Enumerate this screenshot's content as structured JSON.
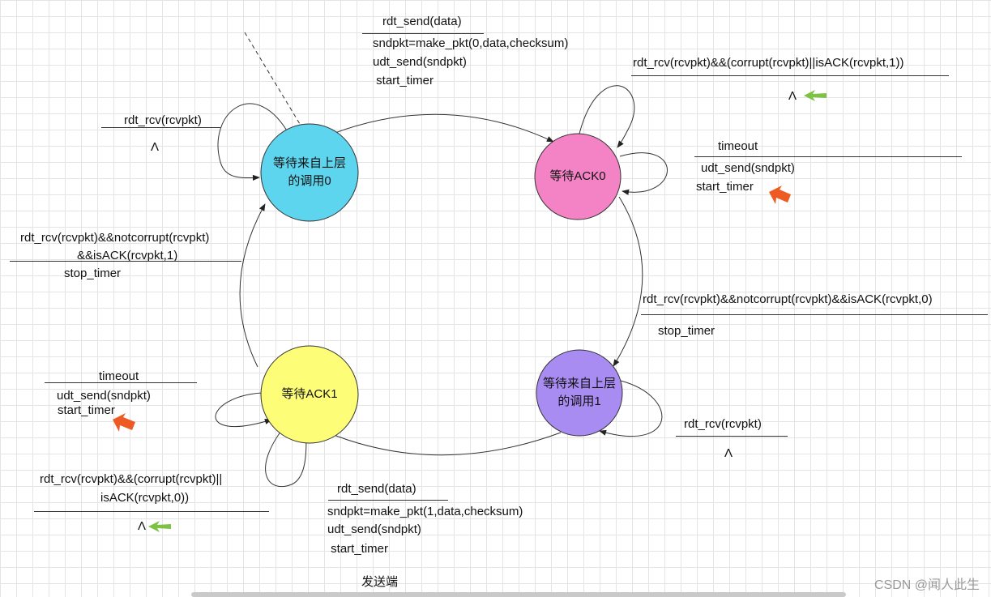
{
  "states": [
    {
      "name": "等待来自上层\n的调用0",
      "color": "#5ed5ee"
    },
    {
      "name": "等待ACK0",
      "color": "#f383c5"
    },
    {
      "name": "等待来自上层\n的调用1",
      "color": "#a98cf2"
    },
    {
      "name": "等待ACK1",
      "color": "#fdfd78"
    }
  ],
  "t_send0": {
    "event": "rdt_send(data)",
    "actions": [
      "sndpkt=make_pkt(0,data,checksum)",
      "udt_send(sndpkt)",
      " start_timer"
    ]
  },
  "t_ack0_self": {
    "event": "rdt_rcv(rcvpkt)&&(corrupt(rcvpkt)||isACK(rcvpkt,1))",
    "action": "Λ"
  },
  "t_timeout0": {
    "event": "timeout",
    "actions": [
      "udt_send(sndpkt)",
      "start_timer"
    ]
  },
  "t_ack0_ok": {
    "event": "rdt_rcv(rcvpkt)&&notcorrupt(rcvpkt)&&isACK(rcvpkt,0)",
    "action": "stop_timer"
  },
  "t_wait1_rcv": {
    "event": "rdt_rcv(rcvpkt)",
    "action": "Λ"
  },
  "t_send1": {
    "event": "rdt_send(data)",
    "actions": [
      "sndpkt=make_pkt(1,data,checksum)",
      "udt_send(sndpkt)",
      " start_timer"
    ]
  },
  "t_ack1_self": {
    "event_lines": [
      "rdt_rcv(rcvpkt)&&(corrupt(rcvpkt)||",
      "isACK(rcvpkt,0))"
    ],
    "action": "Λ"
  },
  "t_timeout1": {
    "event": "timeout",
    "actions": [
      "udt_send(sndpkt)",
      "start_timer"
    ]
  },
  "t_ack1_ok": {
    "event_lines": [
      "rdt_rcv(rcvpkt)&&notcorrupt(rcvpkt)",
      "&&isACK(rcvpkt,1)"
    ],
    "action": "stop_timer"
  },
  "t_wait0_rcv": {
    "event": "rdt_rcv(rcvpkt)",
    "action": "Λ"
  },
  "caption": "发送端",
  "watermark": "CSDN @闻人此生",
  "colors": {
    "line": "#333333",
    "accent_green": "#7dc242",
    "accent_orange": "#ee5a24"
  }
}
